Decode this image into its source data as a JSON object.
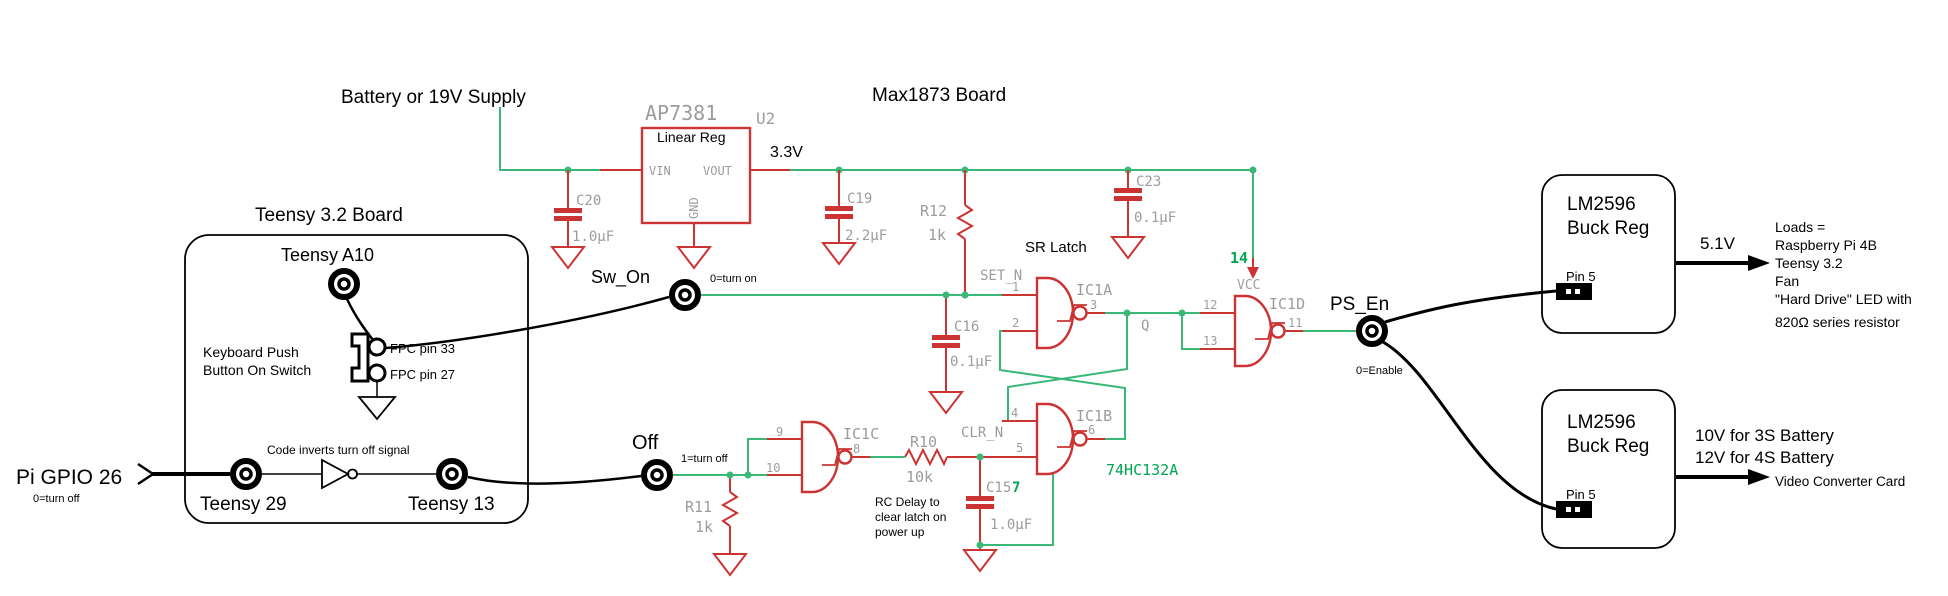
{
  "annotations": {
    "battery": "Battery or 19V Supply",
    "board_title": "Max1873 Board",
    "rail_voltage": "3.3V",
    "sr_latch": "SR Latch",
    "rc_delay": [
      "RC Delay to",
      "clear latch on",
      "power up"
    ]
  },
  "regulator": {
    "part": "AP7381",
    "ref": "U2",
    "label": "Linear Reg",
    "pins": {
      "vin": "VIN",
      "vout": "VOUT",
      "gnd": "GND"
    }
  },
  "signals": {
    "sw_on": {
      "label": "Sw_On",
      "hint": "0=turn on"
    },
    "off": {
      "label": "Off",
      "hint": "1=turn off"
    },
    "ps_en": {
      "label": "PS_En",
      "hint": "0=Enable"
    },
    "pi_gpio": {
      "label": "Pi GPIO 26",
      "hint": "0=turn off"
    }
  },
  "teensy": {
    "title": "Teensy 3.2 Board",
    "pin_a10": "Teensy A10",
    "switch_line1": "Keyboard Push",
    "switch_line2": "Button On Switch",
    "fpc33": "FPC pin 33",
    "fpc27": "FPC pin 27",
    "pin29": "Teensy 29",
    "pin13": "Teensy 13",
    "inverter_note": "Code inverts turn off signal"
  },
  "capacitors": {
    "c20": {
      "ref": "C20",
      "value": "1.0µF"
    },
    "c19": {
      "ref": "C19",
      "value": "2.2µF"
    },
    "c23": {
      "ref": "C23",
      "value": "0.1µF"
    },
    "c16": {
      "ref": "C16",
      "value": "0.1µF"
    },
    "c15": {
      "ref": "C15",
      "value": "1.0µF"
    }
  },
  "resistors": {
    "r12": {
      "ref": "R12",
      "value": "1k"
    },
    "r11": {
      "ref": "R11",
      "value": "1k"
    },
    "r10": {
      "ref": "R10",
      "value": "10k"
    }
  },
  "logic": {
    "part_number": "74HC132A",
    "vcc_pin": "14",
    "gnd_pin": "7",
    "vcc": "VCC",
    "set": "SET_N",
    "clr": "CLR_N",
    "q": "Q",
    "ic1a": {
      "name": "IC1A",
      "in1": "1",
      "in2": "2",
      "out": "3"
    },
    "ic1b": {
      "name": "IC1B",
      "in1": "4",
      "in2": "5",
      "out": "6"
    },
    "ic1c": {
      "name": "IC1C",
      "in1": "9",
      "in2": "10",
      "out": "8"
    },
    "ic1d": {
      "name": "IC1D",
      "in1": "12",
      "in2": "13",
      "out": "11"
    }
  },
  "buck1": {
    "name": "LM2596",
    "type": "Buck Reg",
    "pin": "Pin 5",
    "output": "5.1V",
    "loads": [
      "Loads =",
      "Raspberry Pi 4B",
      "Teensy 3.2",
      "Fan",
      "\"Hard Drive\" LED with",
      "820Ω series resistor"
    ]
  },
  "buck2": {
    "name": "LM2596",
    "type": "Buck Reg",
    "pin": "Pin 5",
    "output1": "10V for 3S Battery",
    "output2": "12V for 4S Battery",
    "load": "Video Converter Card"
  },
  "colors": {
    "wire_green": "#3ab878",
    "symbol_red": "#cc3333",
    "label_gray": "#9c9c9c",
    "ic_green_text": "#00a550",
    "annotation_black": "#000000"
  }
}
